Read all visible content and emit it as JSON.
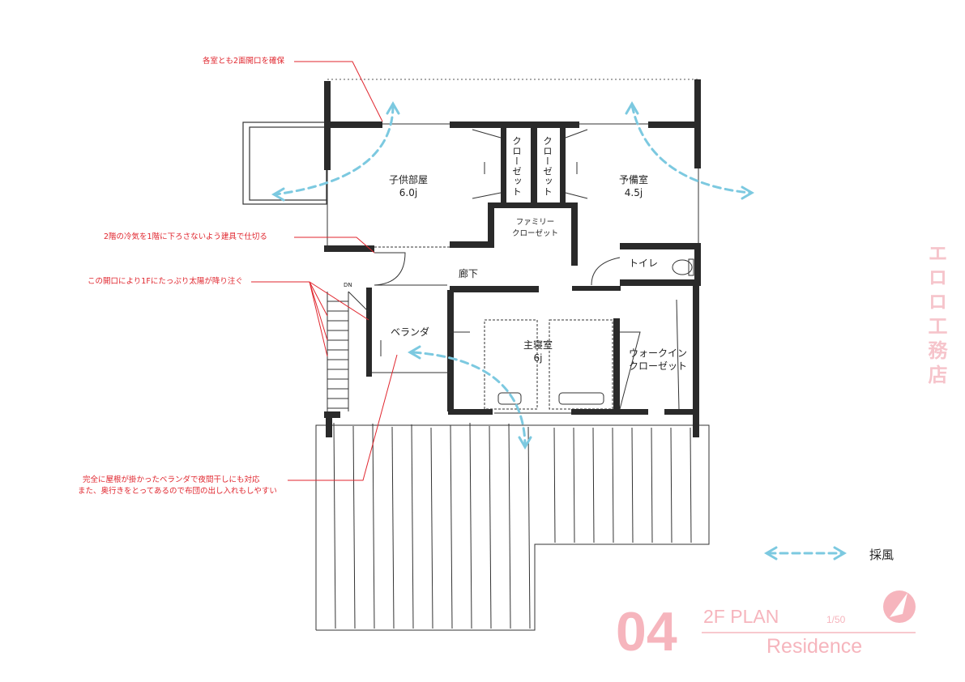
{
  "annotations": [
    "各室とも2面開口を確保",
    "2階の冷気を1階に下ろさないよう建具で仕切る",
    "この開口により1Fにたっぷり太陽が降り注ぐ",
    "完全に屋根が掛かったベランダで夜間干しにも対応",
    "また、奥行きをとってあるので布団の出し入れもしやすい"
  ],
  "rooms": {
    "child_room": "子供部屋",
    "child_room_size": "6.0j",
    "spare_room": "予備室",
    "spare_room_size": "4.5j",
    "closet_left": "クローゼット",
    "closet_right": "クローゼット",
    "family_closet_1": "ファミリー",
    "family_closet_2": "クローゼット",
    "hallway": "廊下",
    "toilet": "トイレ",
    "veranda": "ベランダ",
    "master_bedroom": "主寝室",
    "master_bedroom_size": "6j",
    "walkin_1": "ウォークイン",
    "walkin_2": "クローゼット",
    "stair_dn": "DN"
  },
  "legend": {
    "label": "採風"
  },
  "sheet": {
    "number": "04",
    "title": "2F PLAN",
    "subtitle": "Residence",
    "scale": "1/50"
  },
  "brand": "エロロ工務店",
  "colors": {
    "wall": "#2a2a2a",
    "annotation": "#e0262e",
    "wind": "#7cc9e0",
    "accent_pink": "#f6b5bd"
  }
}
